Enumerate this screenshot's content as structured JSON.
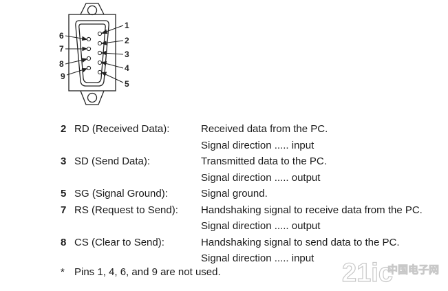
{
  "connector": {
    "left_pin_labels": [
      "6",
      "7",
      "8",
      "9"
    ],
    "right_pin_labels": [
      "1",
      "2",
      "3",
      "4",
      "5"
    ]
  },
  "pins": [
    {
      "number": "2",
      "signal": "RD (Received Data):",
      "lines": [
        "Received data from the PC.",
        "Signal direction ..... input"
      ]
    },
    {
      "number": "3",
      "signal": "SD (Send Data):",
      "lines": [
        "Transmitted data to the PC.",
        "Signal direction ..... output"
      ]
    },
    {
      "number": "5",
      "signal": "SG (Signal Ground):",
      "lines": [
        "Signal ground."
      ]
    },
    {
      "number": "7",
      "signal": "RS (Request to Send):",
      "lines": [
        "Handshaking signal to receive data from the PC.",
        "Signal direction ..... output"
      ]
    },
    {
      "number": "8",
      "signal": "CS (Clear to Send):",
      "lines": [
        "Handshaking signal to send data to the PC.",
        "Signal direction ..... input"
      ]
    }
  ],
  "note": {
    "marker": "*",
    "text": "Pins 1, 4, 6, and 9 are not used."
  },
  "watermark": {
    "text": "21ic",
    "subtext": "中国电子网"
  }
}
